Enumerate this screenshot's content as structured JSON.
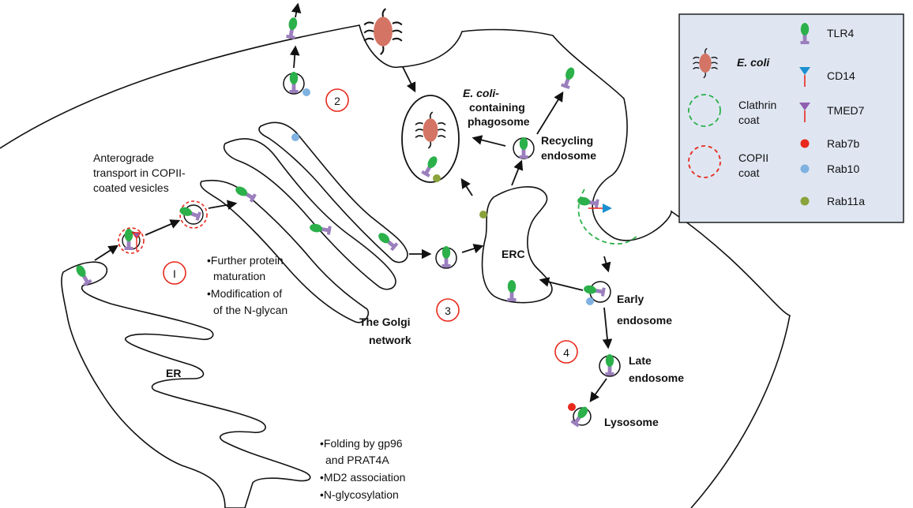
{
  "labels": {
    "ecoli_phagosome_1": "E. coli-",
    "ecoli_phagosome_2": "containing",
    "ecoli_phagosome_3": "phagosome",
    "anterograde_1": "Anterograde",
    "anterograde_2": "transport in COPII-",
    "anterograde_3": "coated vesicles",
    "recycling_1": "Recycling",
    "recycling_2": "endosome",
    "erc": "ERC",
    "golgi_1": "The Golgi",
    "golgi_2": "network",
    "er": "ER",
    "early_1": "Early",
    "early_2": "endosome",
    "late_1": "Late",
    "late_2": "endosome",
    "lysosome": "Lysosome"
  },
  "notes": {
    "golgi_1": "•Further protein",
    "golgi_2": "maturation",
    "golgi_3": "•Modification of",
    "golgi_4": "of the N-glycan",
    "er_1": "•Folding by gp96",
    "er_2": "and PRAT4A",
    "er_3": "•MD2 association",
    "er_4": "•N-glycosylation"
  },
  "steps": [
    "I",
    "2",
    "3",
    "4"
  ],
  "legend": {
    "ecoli": "E. coli",
    "tlr4": "TLR4",
    "cd14": "CD14",
    "clathrin_1": "Clathrin",
    "clathrin_2": "coat",
    "tmed7": "TMED7",
    "rab7b": "Rab7b",
    "copii_1": "COPII",
    "copii_2": "coat",
    "rab10": "Rab10",
    "rab11a": "Rab11a"
  },
  "colors": {
    "tlr4_head": "#2bb04a",
    "tlr4_stem": "#9b7fbd",
    "ecoli": "#d47464",
    "cd14": "#1b8fd1",
    "tmed7": "#8f5fb0",
    "rab7b": "#e8291c",
    "rab10": "#7fb2e0",
    "rab11a": "#8aa33b",
    "clathrin": "#2bb04a",
    "copii": "#e8291c",
    "step_circle": "#e8291c",
    "legend_bg": "#dfe6f2"
  }
}
